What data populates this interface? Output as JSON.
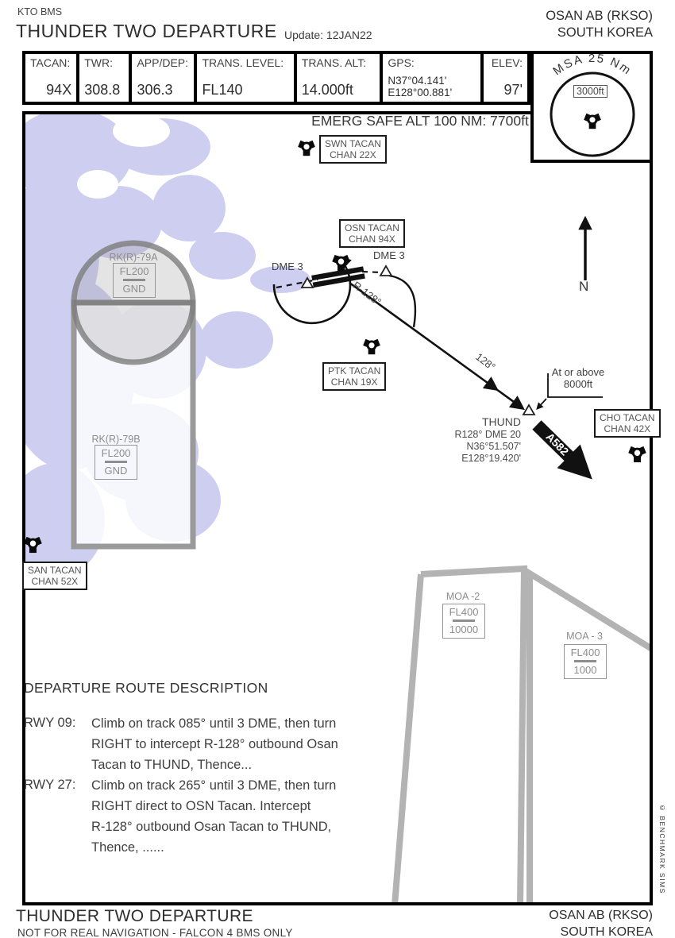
{
  "header": {
    "publisher": "KTO BMS",
    "title": "THUNDER TWO DEPARTURE",
    "update": "Update: 12JAN22",
    "airport": "OSAN AB (RKSO)",
    "country": "SOUTH KOREA"
  },
  "infobar": {
    "cells": [
      {
        "label": "TACAN:",
        "value": "94X"
      },
      {
        "label": "TWR:",
        "value": "308.8"
      },
      {
        "label": "APP/DEP:",
        "value": "306.3"
      },
      {
        "label": "TRANS. LEVEL:",
        "value": "FL140"
      },
      {
        "label": "TRANS. ALT:",
        "value": "14.000ft"
      },
      {
        "label": "GPS:",
        "value": "N37°04.141'",
        "value2": "E128°00.881'"
      },
      {
        "label": "ELEV:",
        "value": "97'"
      }
    ]
  },
  "msa": {
    "title": "MSA 25 Nm",
    "altitude": "3000ft"
  },
  "map": {
    "emergency": "EMERG SAFE ALT 100 NM: 7700ft",
    "north_label": "N",
    "navaids": [
      {
        "name": "SWN TACAN",
        "chan": "CHAN 22X"
      },
      {
        "name": "OSN TACAN",
        "chan": "CHAN 94X"
      },
      {
        "name": "PTK TACAN",
        "chan": "CHAN 19X"
      },
      {
        "name": "CHO TACAN",
        "chan": "CHAN 42X"
      },
      {
        "name": "SAN TACAN",
        "chan": "CHAN 52X"
      }
    ],
    "fix": {
      "name": "THUND",
      "radial": "R128° DME 20",
      "lat": "N36°51.507'",
      "lon": "E128°19.420'"
    },
    "labels": {
      "dme3_left": "DME 3",
      "dme3_right": "DME 3",
      "radial_out": "R-128°",
      "track": "128°",
      "airway": "A582",
      "constraint_line1": "At or above",
      "constraint_line2": "8000ft"
    },
    "restricted": [
      {
        "name": "RK(R)-79A",
        "upper": "FL200",
        "lower": "GND"
      },
      {
        "name": "RK(R)-79B",
        "upper": "FL200",
        "lower": "GND"
      }
    ],
    "moa": [
      {
        "name": "MOA -2",
        "upper": "FL400",
        "lower": "10000"
      },
      {
        "name": "MOA - 3",
        "upper": "FL400",
        "lower": "1000"
      }
    ]
  },
  "route": {
    "title": "DEPARTURE ROUTE DESCRIPTION",
    "items": [
      {
        "rwy": "RWY 09:",
        "lines": [
          "Climb on track 085° until 3 DME, then turn",
          "RIGHT to intercept R-128° outbound Osan",
          "Tacan to THUND, Thence..."
        ]
      },
      {
        "rwy": "RWY 27:",
        "lines": [
          "Climb on track 265° until 3 DME, then turn",
          "RIGHT direct to OSN Tacan. Intercept",
          "R-128° outbound Osan Tacan to THUND,",
          "Thence, ......"
        ]
      }
    ]
  },
  "footer": {
    "title": "THUNDER TWO DEPARTURE",
    "disclaimer": "NOT FOR REAL NAVIGATION - FALCON 4 BMS ONLY",
    "airport": "OSAN AB (RKSO)",
    "country": "SOUTH KOREA",
    "copyright": "© BENCHMARK SIMS"
  }
}
